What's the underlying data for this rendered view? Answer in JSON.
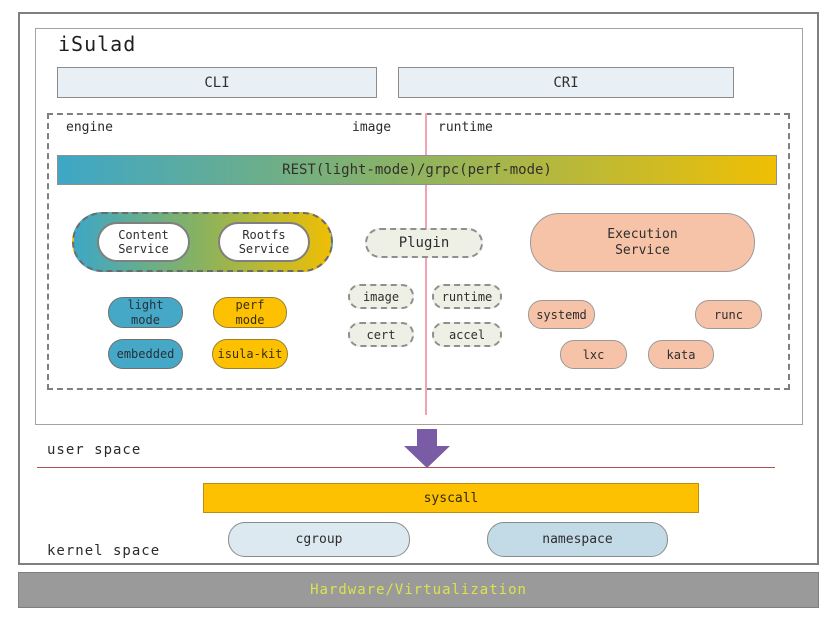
{
  "header": {
    "title": "iSulad",
    "cli": "CLI",
    "cri": "CRI"
  },
  "sections": {
    "engine": "engine",
    "image": "image",
    "runtime": "runtime"
  },
  "rest_bar_label": "REST(light-mode)/grpc(perf-mode)",
  "engine_area": {
    "services": {
      "content": "Content\nService",
      "rootfs": "Rootfs\nService"
    },
    "modes": {
      "light": "light\nmode",
      "perf": "perf\nmode",
      "embedded": "embedded",
      "isula_kit": "isula-kit"
    }
  },
  "image_area": {
    "plugin": "Plugin",
    "plugins": {
      "image": "image",
      "runtime": "runtime",
      "cert": "cert",
      "accel": "accel"
    }
  },
  "runtime_area": {
    "execution": "Execution\nService",
    "runtimes": {
      "systemd": "systemd",
      "runc": "runc",
      "lxc": "lxc",
      "kata": "kata"
    }
  },
  "spaces": {
    "user": "user space",
    "kernel": "kernel space"
  },
  "kernel_layer": {
    "syscall": "syscall",
    "cgroup": "cgroup",
    "namespace": "namespace"
  },
  "hardware_label": "Hardware/Virtualization",
  "colors": {
    "teal": "#45a8c6",
    "gold": "#fec101",
    "salmon": "#f6c3a8",
    "plugin_bg": "#eef0e6",
    "cgroup_blue": "#dde9f0",
    "namespace_blue": "#c2dbe7",
    "arrow_purple": "#7a5ba5",
    "divider_pink": "#f2a3b1",
    "divider_red": "#b05050",
    "hardware_gray": "#9a9a9a",
    "hardware_text_yellow": "#dde24e",
    "rest_gradient": [
      "#3ea7c6",
      "#86b26a",
      "#efbf04"
    ]
  }
}
